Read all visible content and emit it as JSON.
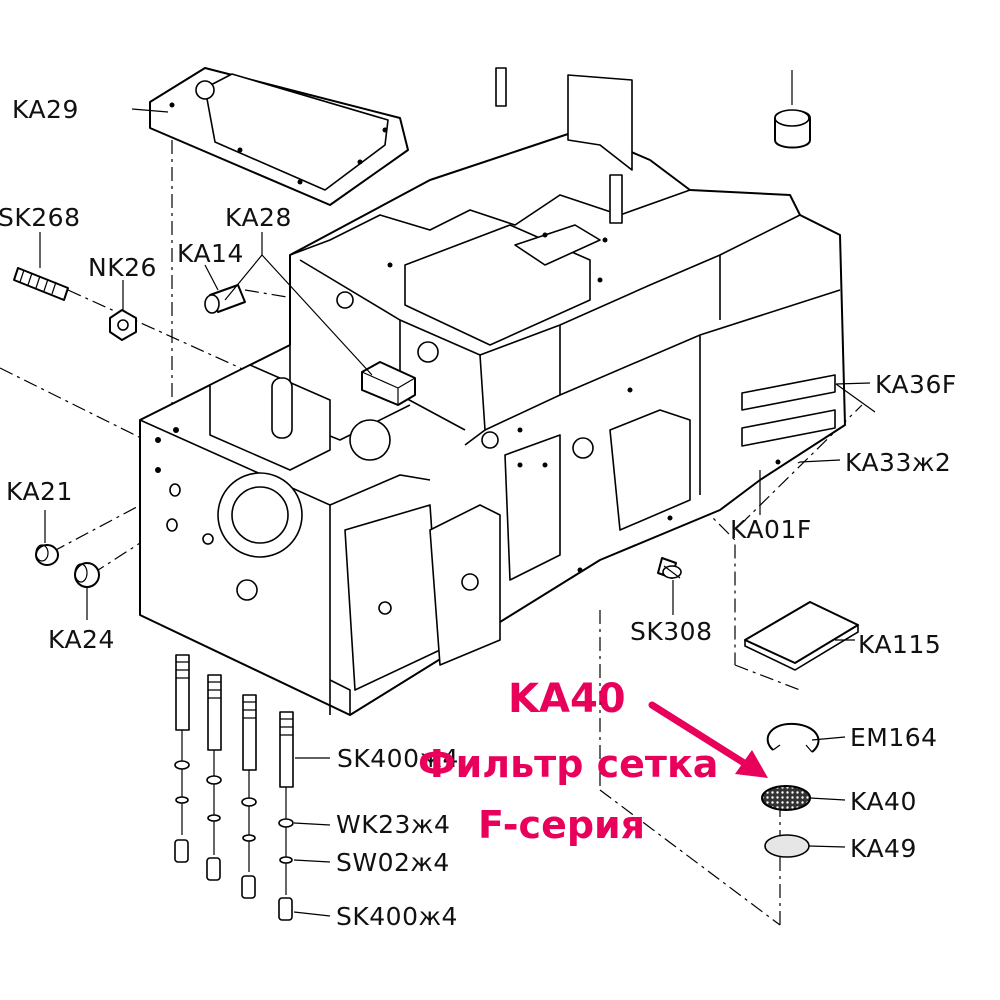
{
  "labels": {
    "ka29": "KA29",
    "sk268": "SK268",
    "ka28": "KA28",
    "ka14": "KA14",
    "nk26": "NK26",
    "ka36f": "KA36F",
    "ka33": "KA33ж2",
    "ka01f": "KA01F",
    "ka21": "KA21",
    "ka24": "KA24",
    "sk308": "SK308",
    "ka115": "KA115",
    "em164": "EM164",
    "ka40": "KA40",
    "ka49": "KA49",
    "sk400a": "SK400ж4",
    "wk23": "WK23ж4",
    "sw02": "SW02ж4",
    "sk400b": "SK400ж4"
  },
  "annotation": {
    "line1": "KA40",
    "line2": "Фильтр сетка",
    "line3": "F-серия",
    "color": "#e8005a"
  }
}
